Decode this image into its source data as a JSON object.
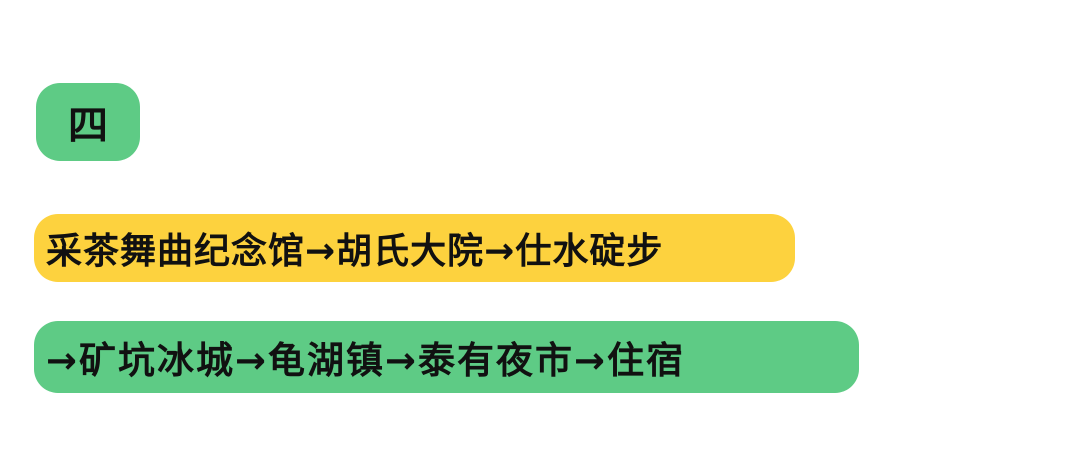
{
  "day_badge": {
    "label": "四",
    "background": "#5ecb85"
  },
  "route": {
    "line1": {
      "text": "采茶舞曲纪念馆→胡氏大院→仕水碇步",
      "background": "#fdd23e"
    },
    "line2": {
      "text": "→矿坑冰城→龟湖镇→泰有夜市→住宿",
      "background": "#5ecb85"
    }
  }
}
